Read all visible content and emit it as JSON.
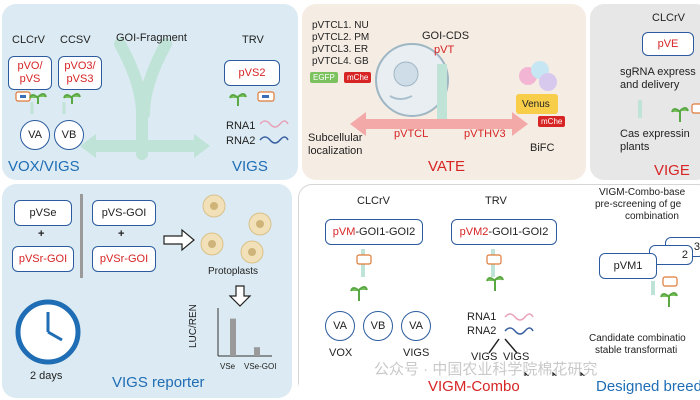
{
  "colors": {
    "blue": "#1f6db5",
    "red": "#d72424",
    "panel_blue": "#dcebf3",
    "panel_tan": "#f5ece3",
    "panel_gray": "#e7e7e7",
    "green_arrow": "#bfe3d6",
    "pink_arrow": "#f4a9a9"
  },
  "vox": {
    "clcrv": "CLCrV",
    "ccsv": "CCSV",
    "goi_fragment": "GOI-Fragment",
    "trv": "TRV",
    "box1_l1": "pVO/",
    "box1_l2": "pVS",
    "box2_l1": "pVO3/",
    "box2_l2": "pVS3",
    "box3": "pVS2",
    "va": "VA",
    "vb": "VB",
    "rna1": "RNA1",
    "rna2": "RNA2",
    "title_left": "VOX/VIGS",
    "title_right": "VIGS"
  },
  "vate": {
    "list": [
      "pVTCL1. NU",
      "pVTCL2. PM",
      "pVTCL3. ER",
      "pVTCL4. GB"
    ],
    "goi_cds": "GOI-CDS",
    "pvt": "pVT",
    "egfp": "EGFP",
    "mche": "mChe",
    "venus": "Venus",
    "pvtcl": "pVTCL",
    "pvthv3": "pVTHV3",
    "subcellular_l1": "Subcellular",
    "subcellular_l2": "localization",
    "bifc": "BiFC",
    "title": "VATE"
  },
  "vige": {
    "clcrv": "CLCrV",
    "pve": "pVE",
    "sgrna_l1": "sgRNA express",
    "sgrna_l2": "and delivery",
    "cas_l1": "Cas expressin",
    "cas_l2": "plants",
    "title": "VIGE"
  },
  "reporter": {
    "pvse": "pVSe",
    "pvsgoi": "pVS-GOI",
    "pvsr1": "pVSr-GOI",
    "pvsr2": "pVSr-GOI",
    "plus": "+",
    "protoplasts": "Protoplasts",
    "yaxis": "LUC/REN",
    "bar_labels": [
      "VSe",
      "VSe-GOI"
    ],
    "bar_values": [
      0.85,
      0.2
    ],
    "days": "2 days",
    "title": "VIGS reporter"
  },
  "combo": {
    "clcrv": "CLCrV",
    "trv": "TRV",
    "pvm_prefix": "pVM",
    "pvm_suffix": "-GOI1-GOI2",
    "pvm2_prefix": "pVM2",
    "pvm2_suffix": "-GOI1-GOI2",
    "va": "VA",
    "vb": "VB",
    "va2": "VA",
    "vox": "VOX",
    "vigs": "VIGS",
    "rna1": "RNA1",
    "rna2": "RNA2",
    "vigs_a": "VIGS",
    "vigs_b": "VIGS",
    "right_l1": "VIGM-Combo-base",
    "right_l2": "pre-screening of ge",
    "right_l3": "combination",
    "pvm1": "pVM1",
    "stack2": "2",
    "stack3": "3",
    "cand_l1": "Candidate combinatio",
    "cand_l2": "stable transformati",
    "title": "VIGM-Combo",
    "designed": "Designed breed"
  },
  "watermark": {
    "text": "公众号 · 中国农业科学院棉花研究"
  }
}
